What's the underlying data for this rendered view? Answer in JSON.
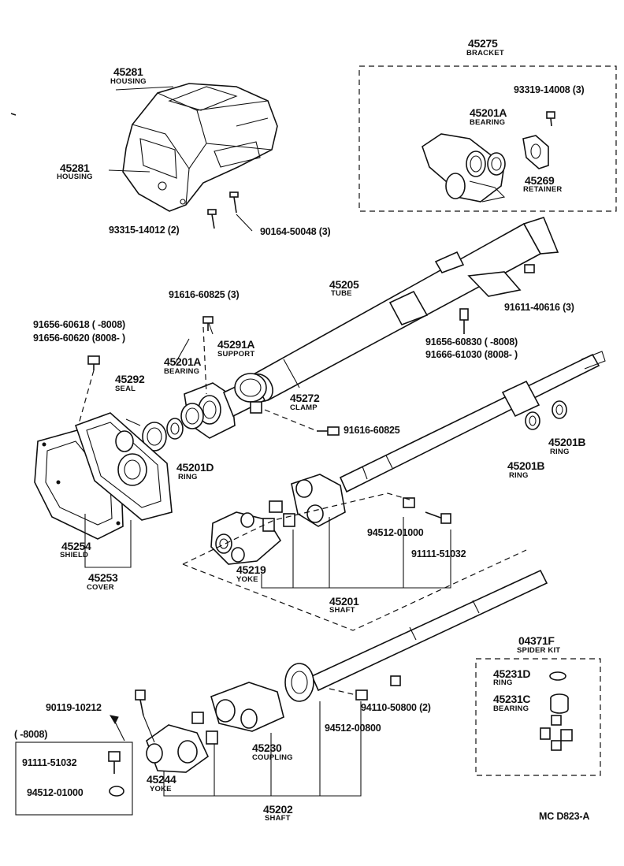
{
  "diagram_code": "MC D823-A",
  "date_range_label": "(      -8008)",
  "parts": {
    "housing_upper": {
      "number": "45281",
      "name": "HOUSING"
    },
    "housing_lower": {
      "number": "45281",
      "name": "HOUSING"
    },
    "bolt_93315": {
      "number": "93315-14012 (2)"
    },
    "bolt_90164": {
      "number": "90164-50048 (3)"
    },
    "bracket": {
      "number": "45275",
      "name": "BRACKET"
    },
    "screw_93319": {
      "number": "93319-14008 (3)"
    },
    "bearing_bracket": {
      "number": "45201A",
      "name": "BEARING"
    },
    "retainer": {
      "number": "45269",
      "name": "RETAINER"
    },
    "tube": {
      "number": "45205",
      "name": "TUBE"
    },
    "bolt_91611": {
      "number": "91611-40616 (3)"
    },
    "bolt_91616_upper": {
      "number": "91616-60825 (3)"
    },
    "bolt_91656_a": {
      "number": "91656-60618 (      -8008)"
    },
    "bolt_91656_b": {
      "number": "91656-60620 (8008-      )"
    },
    "support": {
      "number": "45291A",
      "name": "SUPPORT"
    },
    "bearing_support": {
      "number": "45201A",
      "name": "BEARING"
    },
    "seal": {
      "number": "45292",
      "name": "SEAL"
    },
    "clamp": {
      "number": "45272",
      "name": "CLAMP"
    },
    "bolt_91616_lower": {
      "number": "91616-60825"
    },
    "bolt_91656_c": {
      "number": "91656-60830 (      -8008)"
    },
    "bolt_91666": {
      "number": "91666-61030 (8008-      )"
    },
    "ring_d": {
      "number": "45201D",
      "name": "RING"
    },
    "ring_b_right": {
      "number": "45201B",
      "name": "RING"
    },
    "ring_b_left": {
      "number": "45201B",
      "name": "RING"
    },
    "shield": {
      "number": "45254",
      "name": "SHIELD"
    },
    "cover": {
      "number": "45253",
      "name": "COVER"
    },
    "yoke_upper": {
      "number": "45219",
      "name": "YOKE"
    },
    "nut_94512_upper": {
      "number": "94512-01000"
    },
    "bolt_91111_upper": {
      "number": "91111-51032"
    },
    "shaft_upper": {
      "number": "45201",
      "name": "SHAFT"
    },
    "bolt_90119": {
      "number": "90119-10212"
    },
    "bolt_91111_lower": {
      "number": "91111-51032"
    },
    "nut_94512_lower": {
      "number": "94512-01000"
    },
    "yoke_lower": {
      "number": "45244",
      "name": "YOKE"
    },
    "coupling": {
      "number": "45230",
      "name": "COUPLING"
    },
    "nut_94512_00800": {
      "number": "94512-00800"
    },
    "nut_94110": {
      "number": "94110-50800 (2)"
    },
    "shaft_lower": {
      "number": "45202",
      "name": "SHAFT"
    },
    "spider_kit": {
      "number": "04371F",
      "name": "SPIDER KIT"
    },
    "ring_spider": {
      "number": "45231D",
      "name": "RING"
    },
    "bearing_spider": {
      "number": "45231C",
      "name": "BEARING"
    }
  }
}
